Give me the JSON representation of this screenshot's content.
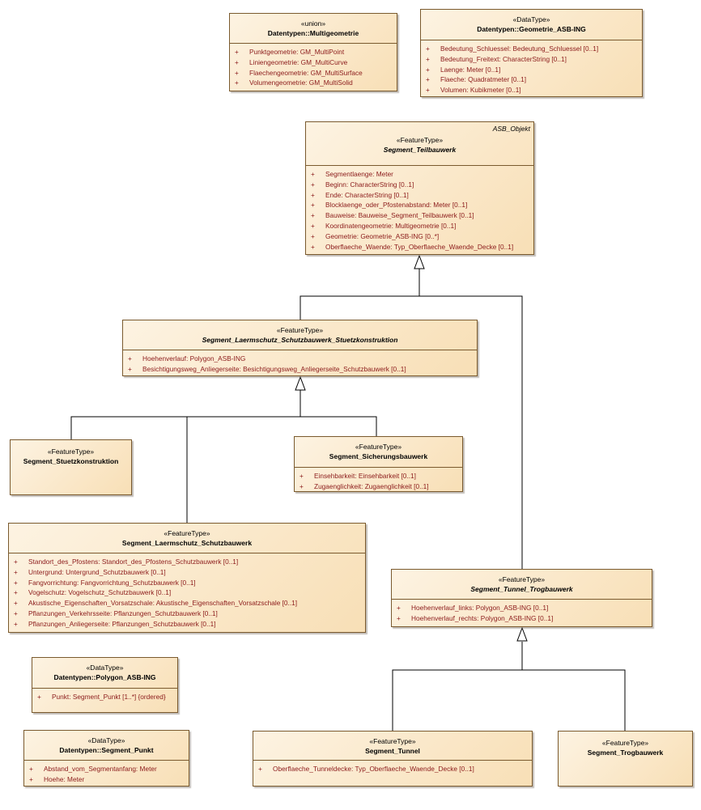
{
  "classes": {
    "multigeometrie": {
      "stereotype": "«union»",
      "name": "Datentypen::Multigeometrie",
      "attributes": [
        "Punktgeometrie: GM_MultiPoint",
        "Liniengeometrie: GM_MultiCurve",
        "Flaechengeometrie: GM_MultiSurface",
        "Volumengeometrie: GM_MultiSolid"
      ]
    },
    "geometrie_asb": {
      "stereotype": "«DataType»",
      "name": "Datentypen::Geometrie_ASB-ING",
      "attributes": [
        "Bedeutung_Schluessel: Bedeutung_Schluessel [0..1]",
        "Bedeutung_Freitext: CharacterString [0..1]",
        "Laenge: Meter [0..1]",
        "Flaeche: Quadratmeter [0..1]",
        "Volumen: Kubikmeter [0..1]"
      ]
    },
    "segment_teilbauwerk": {
      "parent": "ASB_Objekt",
      "stereotype": "«FeatureType»",
      "name": "Segment_Teilbauwerk",
      "attributes": [
        "Segmentlaenge: Meter",
        "Beginn: CharacterString [0..1]",
        "Ende: CharacterString [0..1]",
        "Blocklaenge_oder_Pfostenabstand: Meter [0..1]",
        "Bauweise: Bauweise_Segment_Teilbauwerk [0..1]",
        "Koordinatengeometrie: Multigeometrie [0..1]",
        "Geometrie: Geometrie_ASB-ING [0..*]",
        "Oberflaeche_Waende: Typ_Oberflaeche_Waende_Decke [0..1]"
      ]
    },
    "segment_laermschutz_stuetz": {
      "stereotype": "«FeatureType»",
      "name": "Segment_Laermschutz_Schutzbauwerk_Stuetzkonstruktion",
      "attributes": [
        "Hoehenverlauf: Polygon_ASB-ING",
        "Besichtigungsweg_Anliegerseite: Besichtigungsweg_Anliegerseite_Schutzbauwerk [0..1]"
      ]
    },
    "segment_stuetzkonstruktion": {
      "stereotype": "«FeatureType»",
      "name": "Segment_Stuetzkonstruktion",
      "attributes": []
    },
    "segment_sicherungsbauwerk": {
      "stereotype": "«FeatureType»",
      "name": "Segment_Sicherungsbauwerk",
      "attributes": [
        "Einsehbarkeit: Einsehbarkeit [0..1]",
        "Zugaenglichkeit: Zugaenglichkeit [0..1]"
      ]
    },
    "segment_laermschutz_schutz": {
      "stereotype": "«FeatureType»",
      "name": "Segment_Laermschutz_Schutzbauwerk",
      "attributes": [
        "Standort_des_Pfostens: Standort_des_Pfostens_Schutzbauwerk [0..1]",
        "Untergrund: Untergrund_Schutzbauwerk [0..1]",
        "Fangvorrichtung: Fangvorrichtung_Schutzbauwerk [0..1]",
        "Vogelschutz: Vogelschutz_Schutzbauwerk [0..1]",
        "Akustische_Eigenschaften_Vorsatzschale: Akustische_Eigenschaften_Vorsatzschale [0..1]",
        "Pflanzungen_Verkehrsseite: Pflanzungen_Schutzbauwerk [0..1]",
        "Pflanzungen_Anliegerseite: Pflanzungen_Schutzbauwerk [0..1]"
      ]
    },
    "segment_tunnel_trog": {
      "stereotype": "«FeatureType»",
      "name": "Segment_Tunnel_Trogbauwerk",
      "attributes": [
        "Hoehenverlauf_links: Polygon_ASB-ING [0..1]",
        "Hoehenverlauf_rechts: Polygon_ASB-ING [0..1]"
      ]
    },
    "polygon_asb": {
      "stereotype": "«DataType»",
      "name": "Datentypen::Polygon_ASB-ING",
      "attributes": [
        "Punkt: Segment_Punkt [1..*] {ordered}"
      ]
    },
    "segment_punkt": {
      "stereotype": "«DataType»",
      "name": "Datentypen::Segment_Punkt",
      "attributes": [
        "Abstand_vom_Segmentanfang: Meter",
        "Hoehe: Meter"
      ]
    },
    "segment_tunnel": {
      "stereotype": "«FeatureType»",
      "name": "Segment_Tunnel",
      "attributes": [
        "Oberflaeche_Tunneldecke: Typ_Oberflaeche_Waende_Decke [0..1]"
      ]
    },
    "segment_trogbauwerk": {
      "stereotype": "«FeatureType»",
      "name": "Segment_Trogbauwerk",
      "attributes": []
    }
  },
  "colors": {
    "border": "#7a5a2e",
    "fill_start": "#fdf3e2",
    "fill_end": "#f8dfb6",
    "attribute_text": "#8b1a1a",
    "connector": "#000000"
  }
}
